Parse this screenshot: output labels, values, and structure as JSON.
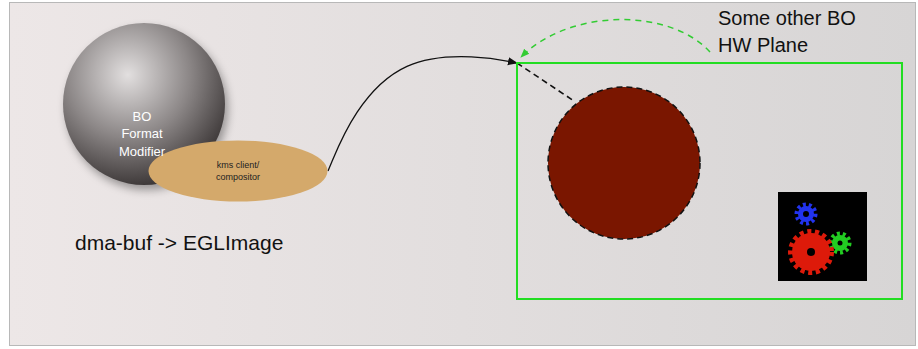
{
  "diagram": {
    "nodes": [
      {
        "text": [
          "BO Format Modifier"
        ]
      },
      {
        "text": [
          "kms client/ compositor"
        ]
      },
      {
        "text": [
          "Some other BO HW Plane"
        ]
      }
    ],
    "edges": [
      {
        "from": 1,
        "to": 2,
        "arrow": "to"
      }
    ],
    "labels": [
      "dma-buf -> EGLImage"
    ]
  }
}
